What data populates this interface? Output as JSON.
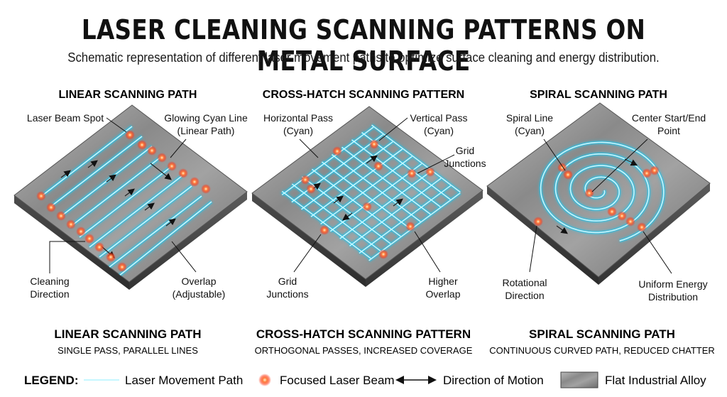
{
  "header": {
    "title": "LASER CLEANING SCANNING PATTERNS ON METAL SURFACE",
    "subtitle": "Schematic representation of different laser movement paths to optimize surface cleaning and energy distribution."
  },
  "panels": [
    {
      "name": "linear",
      "title": "LINEAR SCANNING PATH",
      "callouts": {
        "top_left": "Laser Beam Spot",
        "top_right_1": "Glowing Cyan Line",
        "top_right_2": "(Linear Path)",
        "bottom_left_1": "Cleaning",
        "bottom_left_2": "Direction",
        "bottom_right_1": "Overlap",
        "bottom_right_2": "(Adjustable)"
      },
      "bottom_title": "LINEAR SCANNING PATH",
      "bottom_subtitle": "SINGLE PASS, PARALLEL LINES"
    },
    {
      "name": "cross-hatch",
      "title": "CROSS-HATCH SCANNING PATTERN",
      "callouts": {
        "top_left_1": "Horizontal Pass",
        "top_left_2": "(Cyan)",
        "top_mid_1": "Vertical Pass",
        "top_mid_2": "(Cyan)",
        "right_1": "Grid",
        "right_2": "Junctions",
        "bottom_left_1": "Grid",
        "bottom_left_2": "Junctions",
        "bottom_right_1": "Higher",
        "bottom_right_2": "Overlap"
      },
      "bottom_title": "CROSS-HATCH SCANNING PATTERN",
      "bottom_subtitle": "ORTHOGONAL PASSES, INCREASED COVERAGE"
    },
    {
      "name": "spiral",
      "title": "SPIRAL SCANNING PATH",
      "callouts": {
        "top_left_1": "Spiral Line",
        "top_left_2": "(Cyan)",
        "top_right_1": "Center Start/End",
        "top_right_2": "Point",
        "bottom_left_1": "Rotational",
        "bottom_left_2": "Direction",
        "bottom_right_1": "Uniform Energy",
        "bottom_right_2": "Distribution"
      },
      "bottom_title": "SPIRAL SCANNING PATH",
      "bottom_subtitle": "CONTINUOUS CURVED PATH, REDUCED CHATTER"
    }
  ],
  "legend": {
    "label": "LEGEND:",
    "items": [
      {
        "icon": "cyan-line-icon",
        "label": "Laser Movement Path"
      },
      {
        "icon": "laser-dot-icon",
        "label": "Focused Laser Beam"
      },
      {
        "icon": "double-arrow-icon",
        "label": "Direction of Motion"
      },
      {
        "icon": "metal-swatch-icon",
        "label": "Flat Industrial Alloy"
      }
    ]
  },
  "colors": {
    "laser_path": "#7fe9ff",
    "laser_glow": "#1fc6ee",
    "laser_spot": "#ff5a2a",
    "metal": "#8e8e8e"
  }
}
